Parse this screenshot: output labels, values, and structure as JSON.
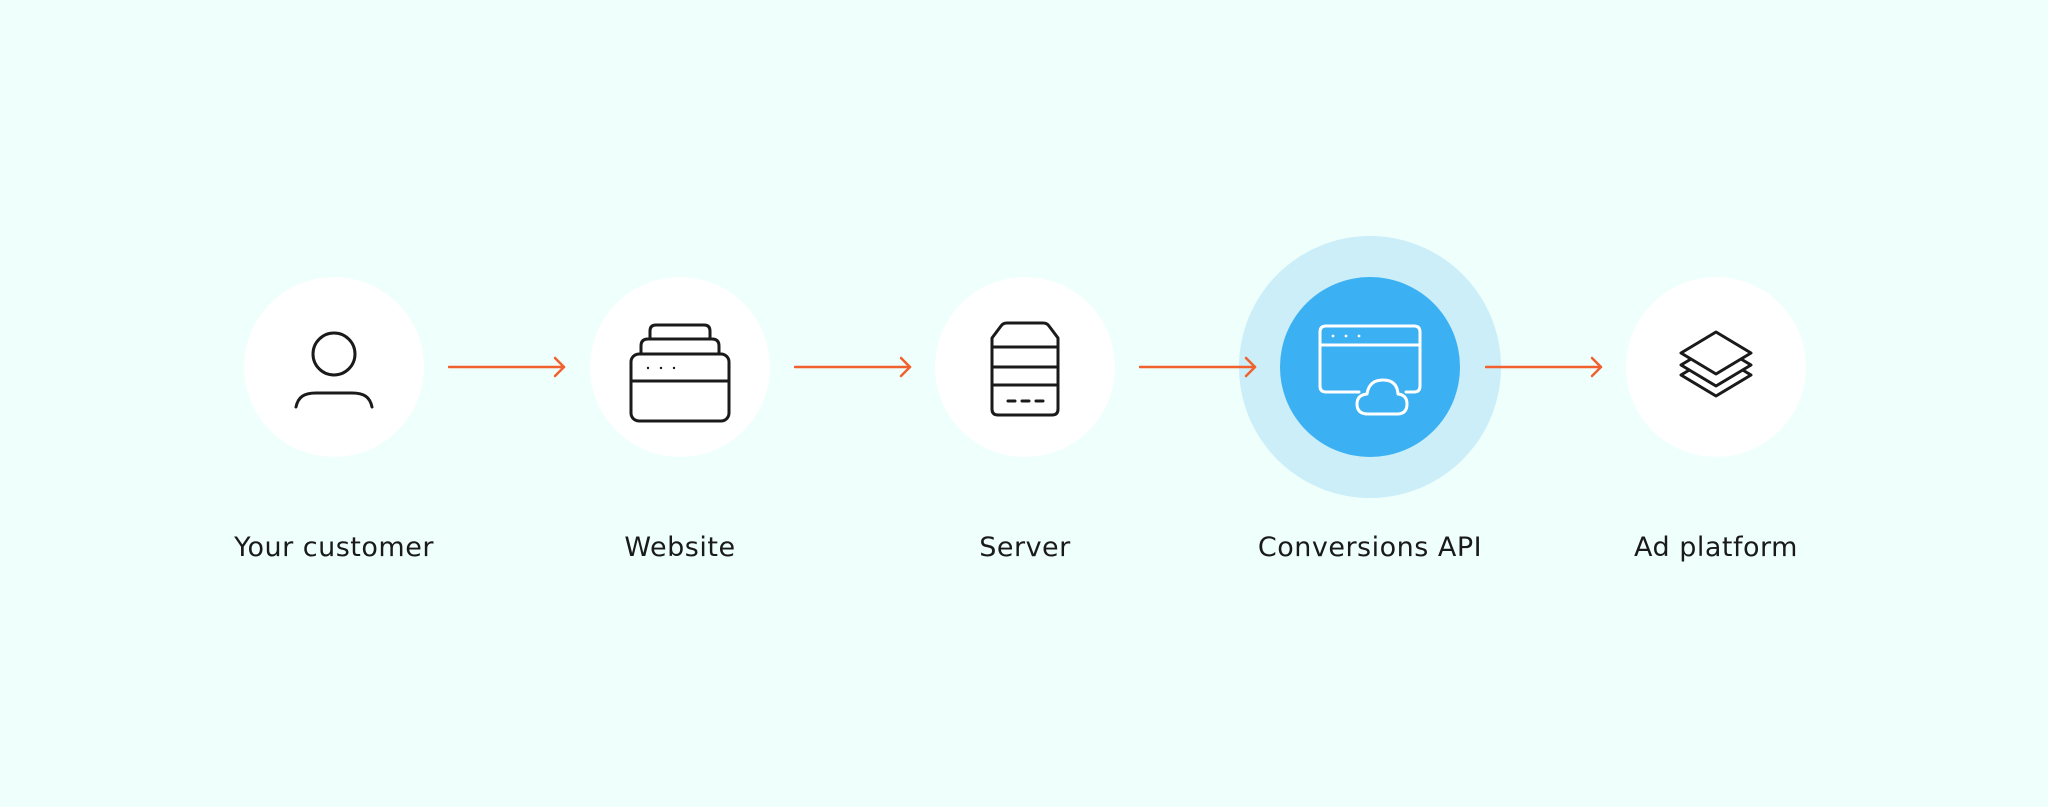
{
  "colors": {
    "background": "#EEFFFC",
    "node_fill": "#FFFFFF",
    "highlight_fill": "#3BB0F2",
    "highlight_halo": "#CBEEF9",
    "arrow": "#F0612E",
    "icon_stroke": "#1A1A1A",
    "label": "#1A1A1A"
  },
  "nodes": [
    {
      "label": "Your customer",
      "icon": "person-icon"
    },
    {
      "label": "Website",
      "icon": "browser-stack-icon"
    },
    {
      "label": "Server",
      "icon": "server-icon"
    },
    {
      "label": "Conversions API",
      "icon": "cloud-window-icon",
      "highlighted": true
    },
    {
      "label": "Ad platform",
      "icon": "layers-icon"
    }
  ]
}
